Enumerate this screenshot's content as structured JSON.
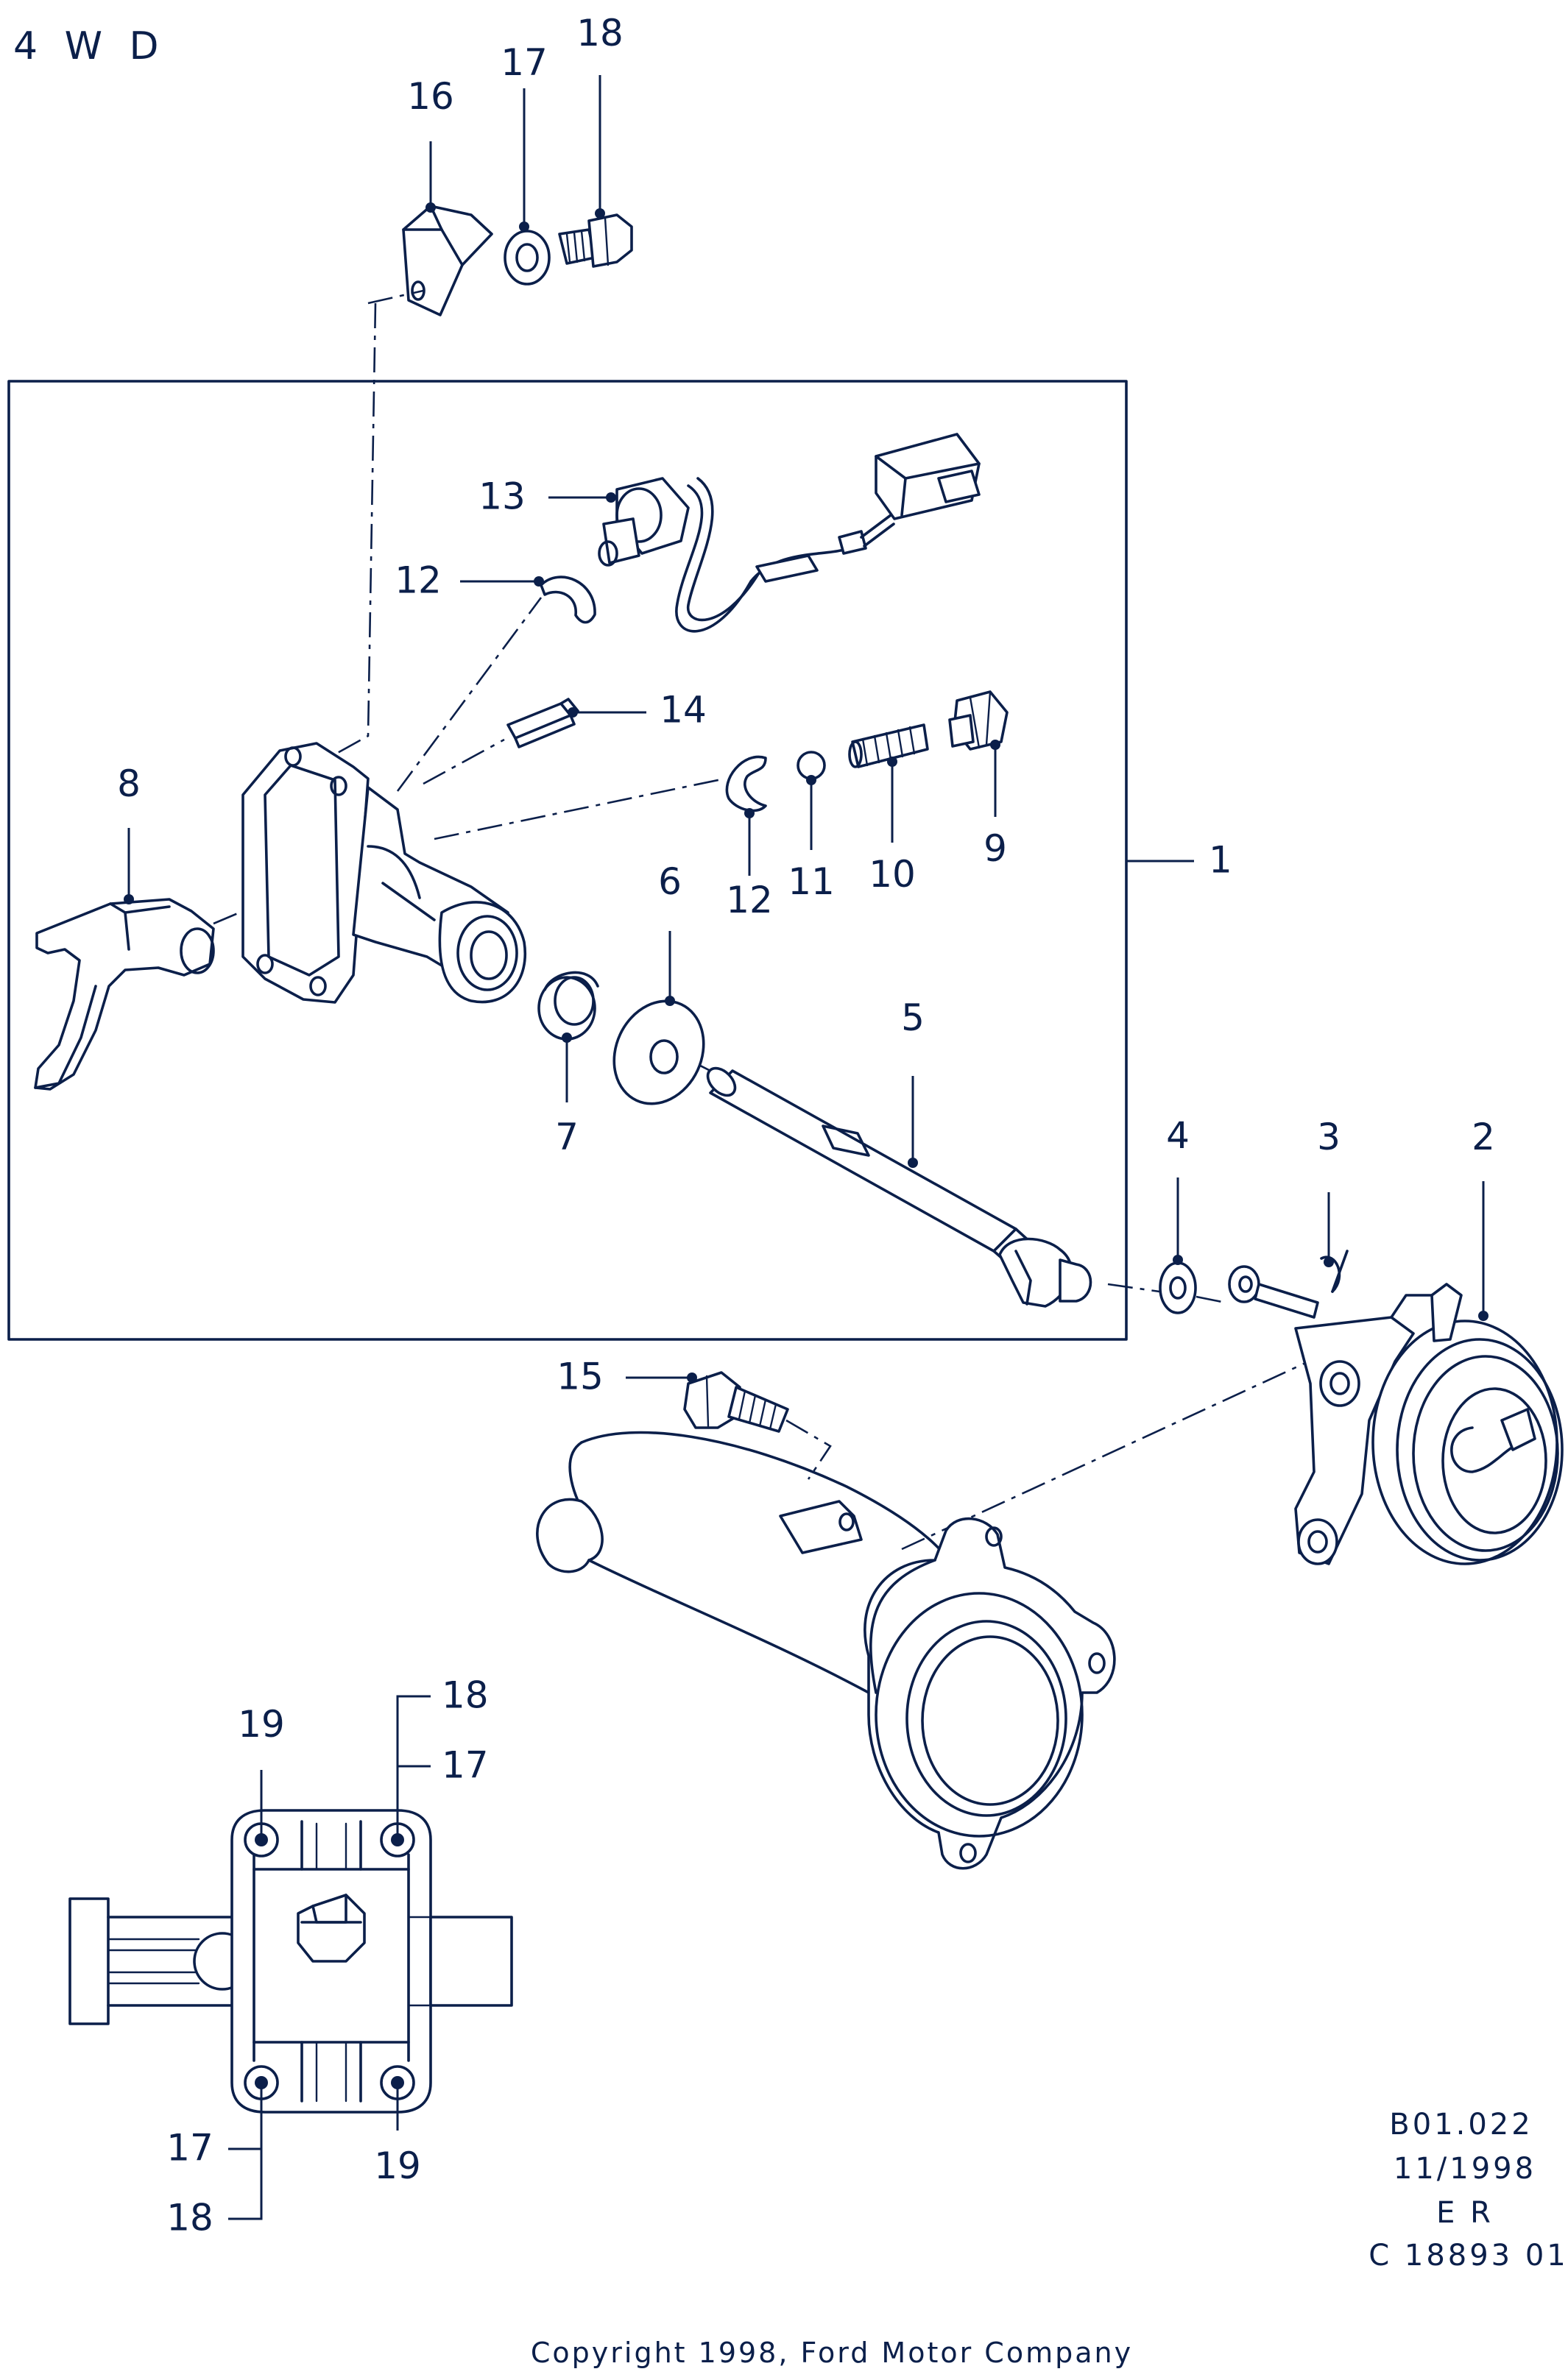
{
  "header": {
    "title": "4 W D"
  },
  "callouts": {
    "c1": "1",
    "c2": "2",
    "c3": "3",
    "c4": "4",
    "c5": "5",
    "c6": "6",
    "c7": "7",
    "c8": "8",
    "c9": "9",
    "c10": "10",
    "c11": "11",
    "c12a": "12",
    "c12b": "12",
    "c13": "13",
    "c14": "14",
    "c15": "15",
    "c16": "16",
    "c17a": "17",
    "c18a": "18",
    "c17b": "17",
    "c18b": "18",
    "c19a": "19",
    "c17c": "17",
    "c18c": "18",
    "c19b": "19"
  },
  "reference": {
    "line1": "B01.022",
    "line2": "11/1998",
    "line3": "E R",
    "line4": "C  18893  01"
  },
  "footer": {
    "copyright": "Copyright 1998, Ford Motor Company"
  },
  "colors": {
    "ink": "#0b1f4a",
    "paper": "#ffffff"
  }
}
